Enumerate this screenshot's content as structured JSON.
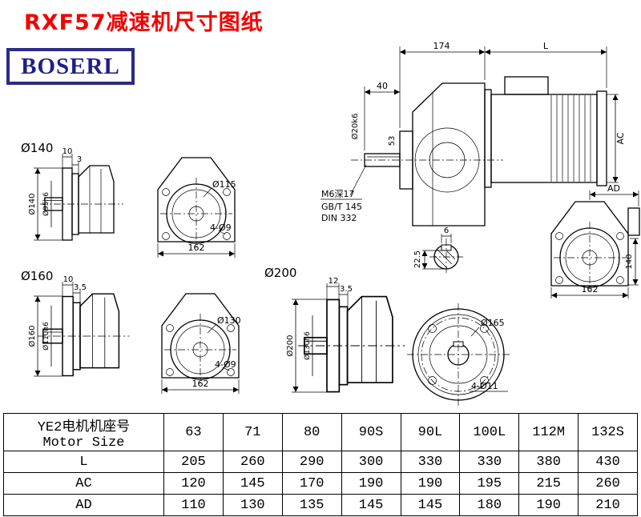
{
  "page": {
    "title": "RXF57减速机尺寸图纸",
    "brand": "BOSERL"
  },
  "colors": {
    "title_red": "#f40000",
    "brand_navy": "#1f1f8a",
    "line": "#000000"
  },
  "views": {
    "flange140": {
      "title": "Ø140",
      "thickness": "10",
      "step": "3",
      "dia": "Ø140",
      "spigot": "Ø95h6"
    },
    "front_top": {
      "bolt_circle": "Ø115",
      "holes": "4-Ø9",
      "width": "162"
    },
    "main": {
      "len_gear": "174",
      "len_motor": "L",
      "shaft_len": "40",
      "shaft_dia": "Ø20k6",
      "hub_len": "53",
      "ac": "AC",
      "note_tap": "M6深17",
      "note_gbt": "GB/T 145",
      "note_din": "DIN 332",
      "key_width": "6",
      "key_depth": "22.5"
    },
    "right_front": {
      "ad": "AD",
      "height": "140",
      "width": "162"
    },
    "flange160": {
      "title": "Ø160",
      "thickness": "10",
      "step": "3.5",
      "dia": "Ø160",
      "spigot": "Ø110h6"
    },
    "front_bottom": {
      "bolt_circle": "Ø130",
      "holes": "4-Ø9",
      "width": "162"
    },
    "flange200": {
      "title": "Ø200",
      "thickness": "12",
      "step": "3.5",
      "dia": "Ø200",
      "spigot": "Ø130h6"
    },
    "flange_round": {
      "bolt_circle": "Ø165",
      "holes": "4-Ø11"
    }
  },
  "table": {
    "motor_header_cn": "YE2电机机座号",
    "motor_header_en": "Motor Size",
    "sizes": [
      "63",
      "71",
      "80",
      "90S",
      "90L",
      "100L",
      "112M",
      "132S"
    ],
    "rows": [
      {
        "label": "L",
        "values": [
          "205",
          "260",
          "290",
          "300",
          "330",
          "330",
          "380",
          "430"
        ]
      },
      {
        "label": "AC",
        "values": [
          "120",
          "145",
          "170",
          "190",
          "190",
          "195",
          "215",
          "260"
        ]
      },
      {
        "label": "AD",
        "values": [
          "110",
          "130",
          "135",
          "145",
          "145",
          "180",
          "190",
          "210"
        ]
      }
    ]
  }
}
